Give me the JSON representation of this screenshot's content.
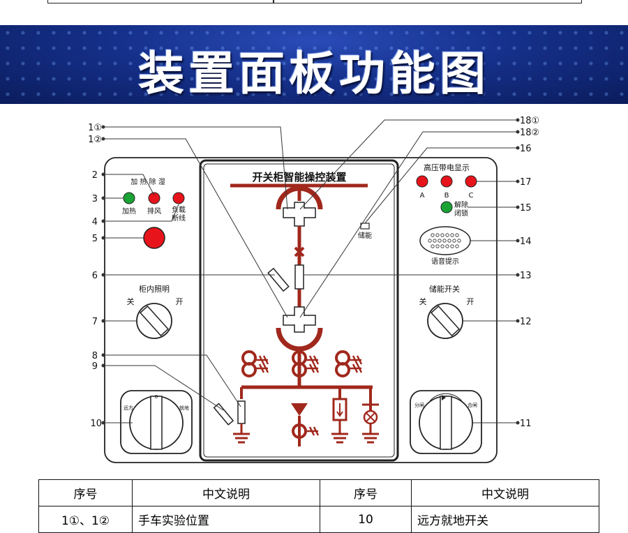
{
  "banner": {
    "title": "装置面板功能图"
  },
  "panel": {
    "title": "开关柜智能操控装置",
    "label_heat_dehumid": "加 热 除 湿",
    "label_heat": "加热",
    "label_exhaust": "排风",
    "label_load_disconnect_1": "负载",
    "label_load_disconnect_2": "断线",
    "label_hv_live": "高压带电显示",
    "phase_a": "A",
    "phase_b": "B",
    "phase_c": "C",
    "label_unlock_1": "解除",
    "label_unlock_2": "闭锁",
    "label_storage": "储能",
    "label_voice": "语音提示",
    "label_lighting": "柜内照明",
    "label_storage_switch": "储能开关",
    "label_off": "关",
    "label_on": "开",
    "label_remote": "远方",
    "label_zero": "0",
    "label_local": "就地",
    "label_open": "分闸",
    "label_close": "合闸"
  },
  "callouts": {
    "c1a": "1①",
    "c1b": "1②",
    "c2": "2",
    "c3": "3",
    "c4": "4",
    "c5": "5",
    "c6": "6",
    "c7": "7",
    "c8": "8",
    "c9": "9",
    "c10": "10",
    "c11": "11",
    "c12": "12",
    "c13": "13",
    "c14": "14",
    "c15": "15",
    "c16": "16",
    "c17": "17",
    "c18a": "18①",
    "c18b": "18②"
  },
  "table": {
    "headers": [
      "序号",
      "中文说明",
      "序号",
      "中文说明"
    ],
    "rows": [
      [
        "1①、1②",
        "手车实验位置",
        "10",
        "远方就地开关"
      ]
    ]
  },
  "colors": {
    "red": "#e8141b",
    "green": "#1aa335",
    "busbar": "#a0281c",
    "banner": "#15308a"
  }
}
